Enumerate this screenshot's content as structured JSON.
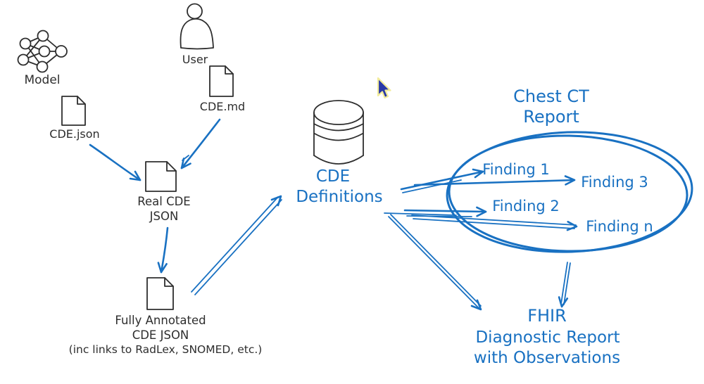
{
  "colors": {
    "ink": "#2e2e2e",
    "accent": "#1971c2",
    "cursor-fill": "#2939a8",
    "cursor-outline": "#f2ec9b",
    "background": "#ffffff"
  },
  "icons": {
    "model": "neural-network-icon",
    "cde_json": "file-icon",
    "user": "person-icon",
    "cde_md": "file-icon",
    "real_cde": "file-icon",
    "fully_annotated": "file-icon",
    "cde_definitions": "database-cylinder-icon",
    "pointer": "mouse-cursor-icon"
  },
  "labels": {
    "model": "Model",
    "cde_json_file": "CDE.json",
    "user": "User",
    "cde_md_file": "CDE.md",
    "real_cde_line1": "Real CDE",
    "real_cde_line2": "JSON",
    "fully_annotated_line1": "Fully Annotated",
    "fully_annotated_line2": "CDE JSON",
    "fully_annotated_line3": "(inc links to RadLex, SNOMED, etc.)",
    "cde_definitions_line1": "CDE",
    "cde_definitions_line2": "Definitions",
    "chest_ct_line1": "Chest CT",
    "chest_ct_line2": "Report",
    "finding_1": "Finding 1",
    "finding_2": "Finding 2",
    "finding_3": "Finding 3",
    "finding_n": "Finding n",
    "fhir_line1": "FHIR",
    "fhir_line2": "Diagnostic Report",
    "fhir_line3": "with Observations"
  }
}
